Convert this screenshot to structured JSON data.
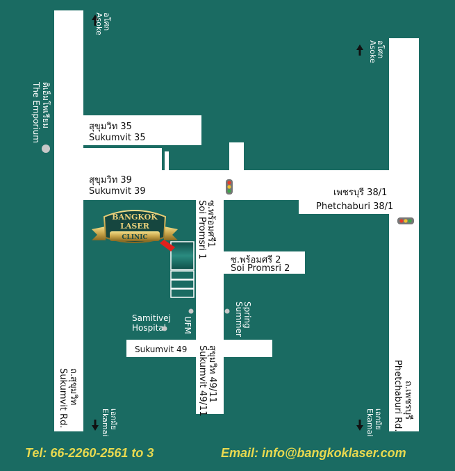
{
  "roads": {
    "emporium_road_th": "ถ.สุขุมวิท",
    "emporium_road_en": "Sukumvit Rd.",
    "right_road_th": "ถ.เพชรบุรี",
    "right_road_en": "Phetchaburi Rd.",
    "soi35_th": "สุขุมวิท 35",
    "soi35_en": "Sukumvit 35",
    "soi39_th": "สุขุมวิท 39",
    "soi39_en": "Sukumvit 39",
    "phet38_th": "เพชรบุรี 38/1",
    "phet38_en": "Phetchaburi 38/1",
    "promsri1_th": "ซ.พร้อมศรี1",
    "promsri1_en": "Soi Promsri 1",
    "promsri2_th": "ซ.พร้อมศรี 2",
    "promsri2_en": "Soi Promsri 2",
    "soi49_en": "Sukumvit 49",
    "soi49_11_th": "สุขุมวิท 49/11",
    "soi49_11_en": "Sukumvit 49/11"
  },
  "directions": {
    "asoke_th": "อโศก",
    "asoke_en": "Asoke",
    "ekamai_th": "เอกมัย",
    "ekamai_en": "Ekamai"
  },
  "landmarks": {
    "emporium_th": "ดิเอ็มโพเรียม",
    "emporium_en": "The Emporium",
    "samitivej_line1": "Samitivej",
    "samitivej_line2": "Hospital",
    "ufm": "UFM",
    "spring_line1": "Spring",
    "spring_line2": "Summer"
  },
  "logo": {
    "line1": "BANGKOK",
    "line2": "LASER",
    "line3": "CLINIC"
  },
  "contact": {
    "tel": "Tel: 66-2260-2561 to 3",
    "email": "Email: info@bangkoklaser.com"
  },
  "colors": {
    "background": "#1a6b62",
    "road": "#ffffff",
    "contact_text": "#e8d94f",
    "marker": "#e0201c",
    "logo_gold": "#c9a54a"
  }
}
